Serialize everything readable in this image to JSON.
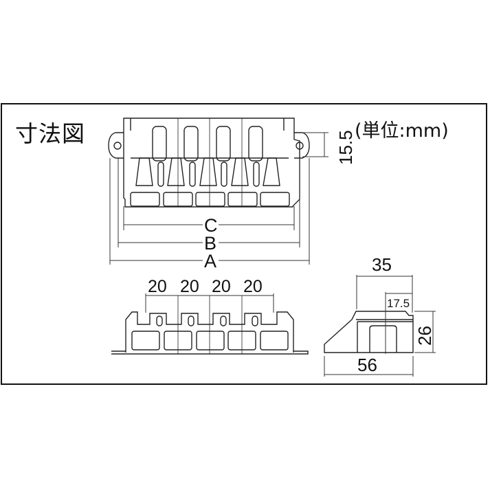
{
  "title": "寸法図",
  "unit_note": "(単位:mm)",
  "top_view": {
    "labels": {
      "C": "C",
      "B": "B",
      "A": "A"
    },
    "ear_height": "15.5"
  },
  "front_view": {
    "pitches": [
      "20",
      "20",
      "20",
      "20"
    ]
  },
  "side_view": {
    "top_width": "35",
    "half_width": "17.5",
    "height": "26",
    "base_width": "56"
  },
  "colors": {
    "line": "#111111",
    "background": "#ffffff"
  }
}
